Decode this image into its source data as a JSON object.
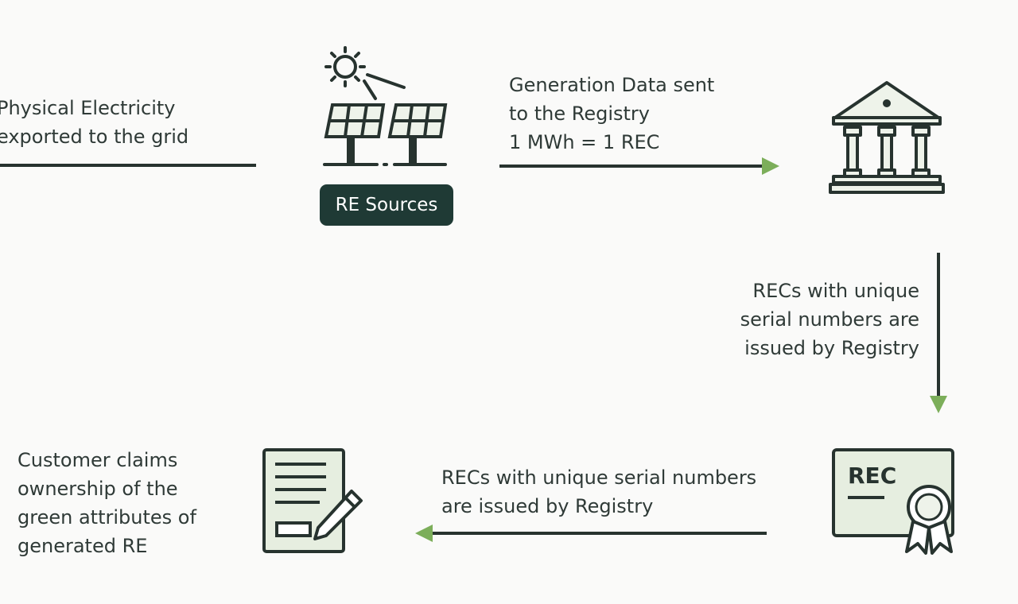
{
  "flow": {
    "physical_electricity": "Physical Electricity\nexported to the grid",
    "re_sources_label": "RE Sources",
    "generation_data": "Generation Data sent\nto the Registry\n1 MWh = 1 REC",
    "recs_issued_vertical": "RECs with unique\nserial numbers are\nissued by Registry",
    "recs_issued_horizontal": "RECs with unique serial numbers\nare issued by Registry",
    "customer_claims": "Customer claims\nownership of the\ngreen attributes of\ngenerated RE",
    "certificate_label": "REC"
  },
  "colors": {
    "dark": "#27332f",
    "accent_green": "#7cae5a",
    "panel_green": "#e6eee0",
    "badge_bg": "#1f3a35"
  },
  "icons": [
    "sun-icon",
    "solar-panel-icon",
    "registry-building-icon",
    "rec-certificate-icon",
    "document-pen-icon"
  ]
}
